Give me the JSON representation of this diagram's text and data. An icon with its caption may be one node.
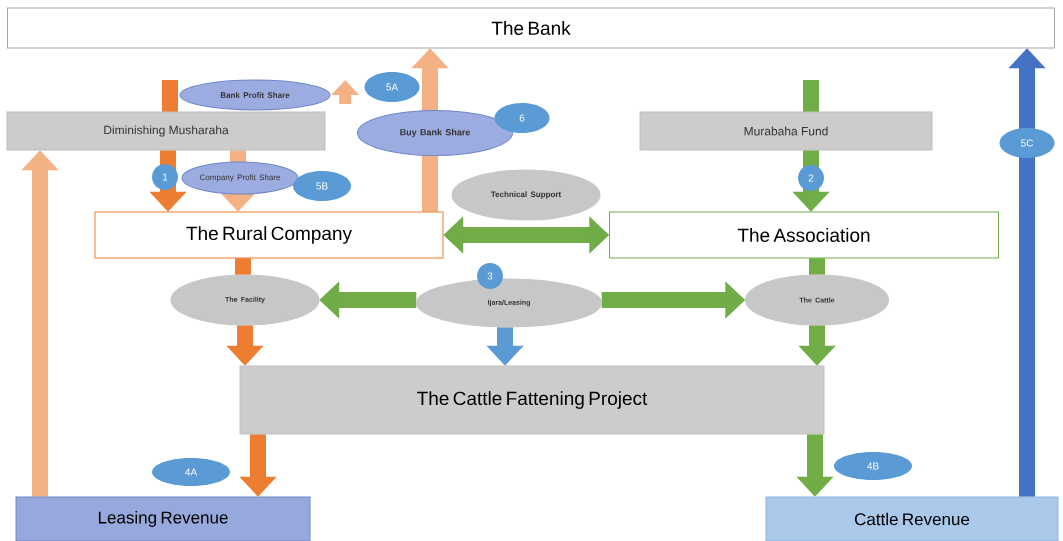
{
  "diagram": {
    "nodes": [
      {
        "text": [
          "The Bank"
        ]
      },
      {
        "text": [
          "Diminishing Musharaha"
        ]
      },
      {
        "text": [
          "Bank Profit Share"
        ]
      },
      {
        "text": [
          "Murabaha Fund"
        ]
      },
      {
        "text": [
          "Technical Support"
        ]
      },
      {
        "text": [
          "The Rural Company"
        ]
      },
      {
        "text": [
          "The Association"
        ]
      },
      {
        "text": [
          "The Facility"
        ]
      },
      {
        "text": [
          "Ijara/Leasing"
        ]
      },
      {
        "text": [
          "The Cattle"
        ]
      },
      {
        "text": [
          "The Cattle Fattening Project"
        ]
      },
      {
        "text": [
          "Leasing Revenue"
        ]
      },
      {
        "text": [
          "Cattle Revenue"
        ]
      }
    ],
    "edges": [
      {
        "from": 1,
        "to": 5,
        "arrow": "to",
        "color": "#ed7d31"
      },
      {
        "from": 1,
        "to": 5,
        "arrow": "to",
        "color": "#f4b183",
        "label": "Company Profit Share"
      },
      {
        "from": 5,
        "to": 0,
        "arrow": "to",
        "color": "#f4b183",
        "label": "Buy Bank Share"
      },
      {
        "from": 2,
        "to": null,
        "arrow": "to",
        "color": "#f4b183"
      },
      {
        "from": 11,
        "to": 1,
        "arrow": "to",
        "color": "#f4b183"
      },
      {
        "from": 3,
        "to": 6,
        "arrow": "to",
        "color": "#70ad47"
      },
      {
        "from": 5,
        "to": 6,
        "arrow": "both",
        "color": "#70ad47"
      },
      {
        "from": 5,
        "to": 7,
        "arrow": "none",
        "color": "#ed7d31"
      },
      {
        "from": 7,
        "to": 10,
        "arrow": "to",
        "color": "#ed7d31"
      },
      {
        "from": 6,
        "to": 9,
        "arrow": "none",
        "color": "#70ad47"
      },
      {
        "from": 9,
        "to": 10,
        "arrow": "to",
        "color": "#70ad47"
      },
      {
        "from": 8,
        "to": 7,
        "arrow": "to",
        "color": "#70ad47"
      },
      {
        "from": 8,
        "to": 9,
        "arrow": "to",
        "color": "#70ad47"
      },
      {
        "from": 8,
        "to": 10,
        "arrow": "to",
        "color": "#5b9bd5"
      },
      {
        "from": 10,
        "to": 11,
        "arrow": "to",
        "color": "#ed7d31"
      },
      {
        "from": 10,
        "to": 12,
        "arrow": "to",
        "color": "#70ad47"
      },
      {
        "from": 12,
        "to": 0,
        "arrow": "to",
        "color": "#4472c4"
      }
    ],
    "labels": [
      "5A",
      "6",
      "5C",
      "1",
      "5B",
      "2",
      "3",
      "4A",
      "4B"
    ]
  }
}
